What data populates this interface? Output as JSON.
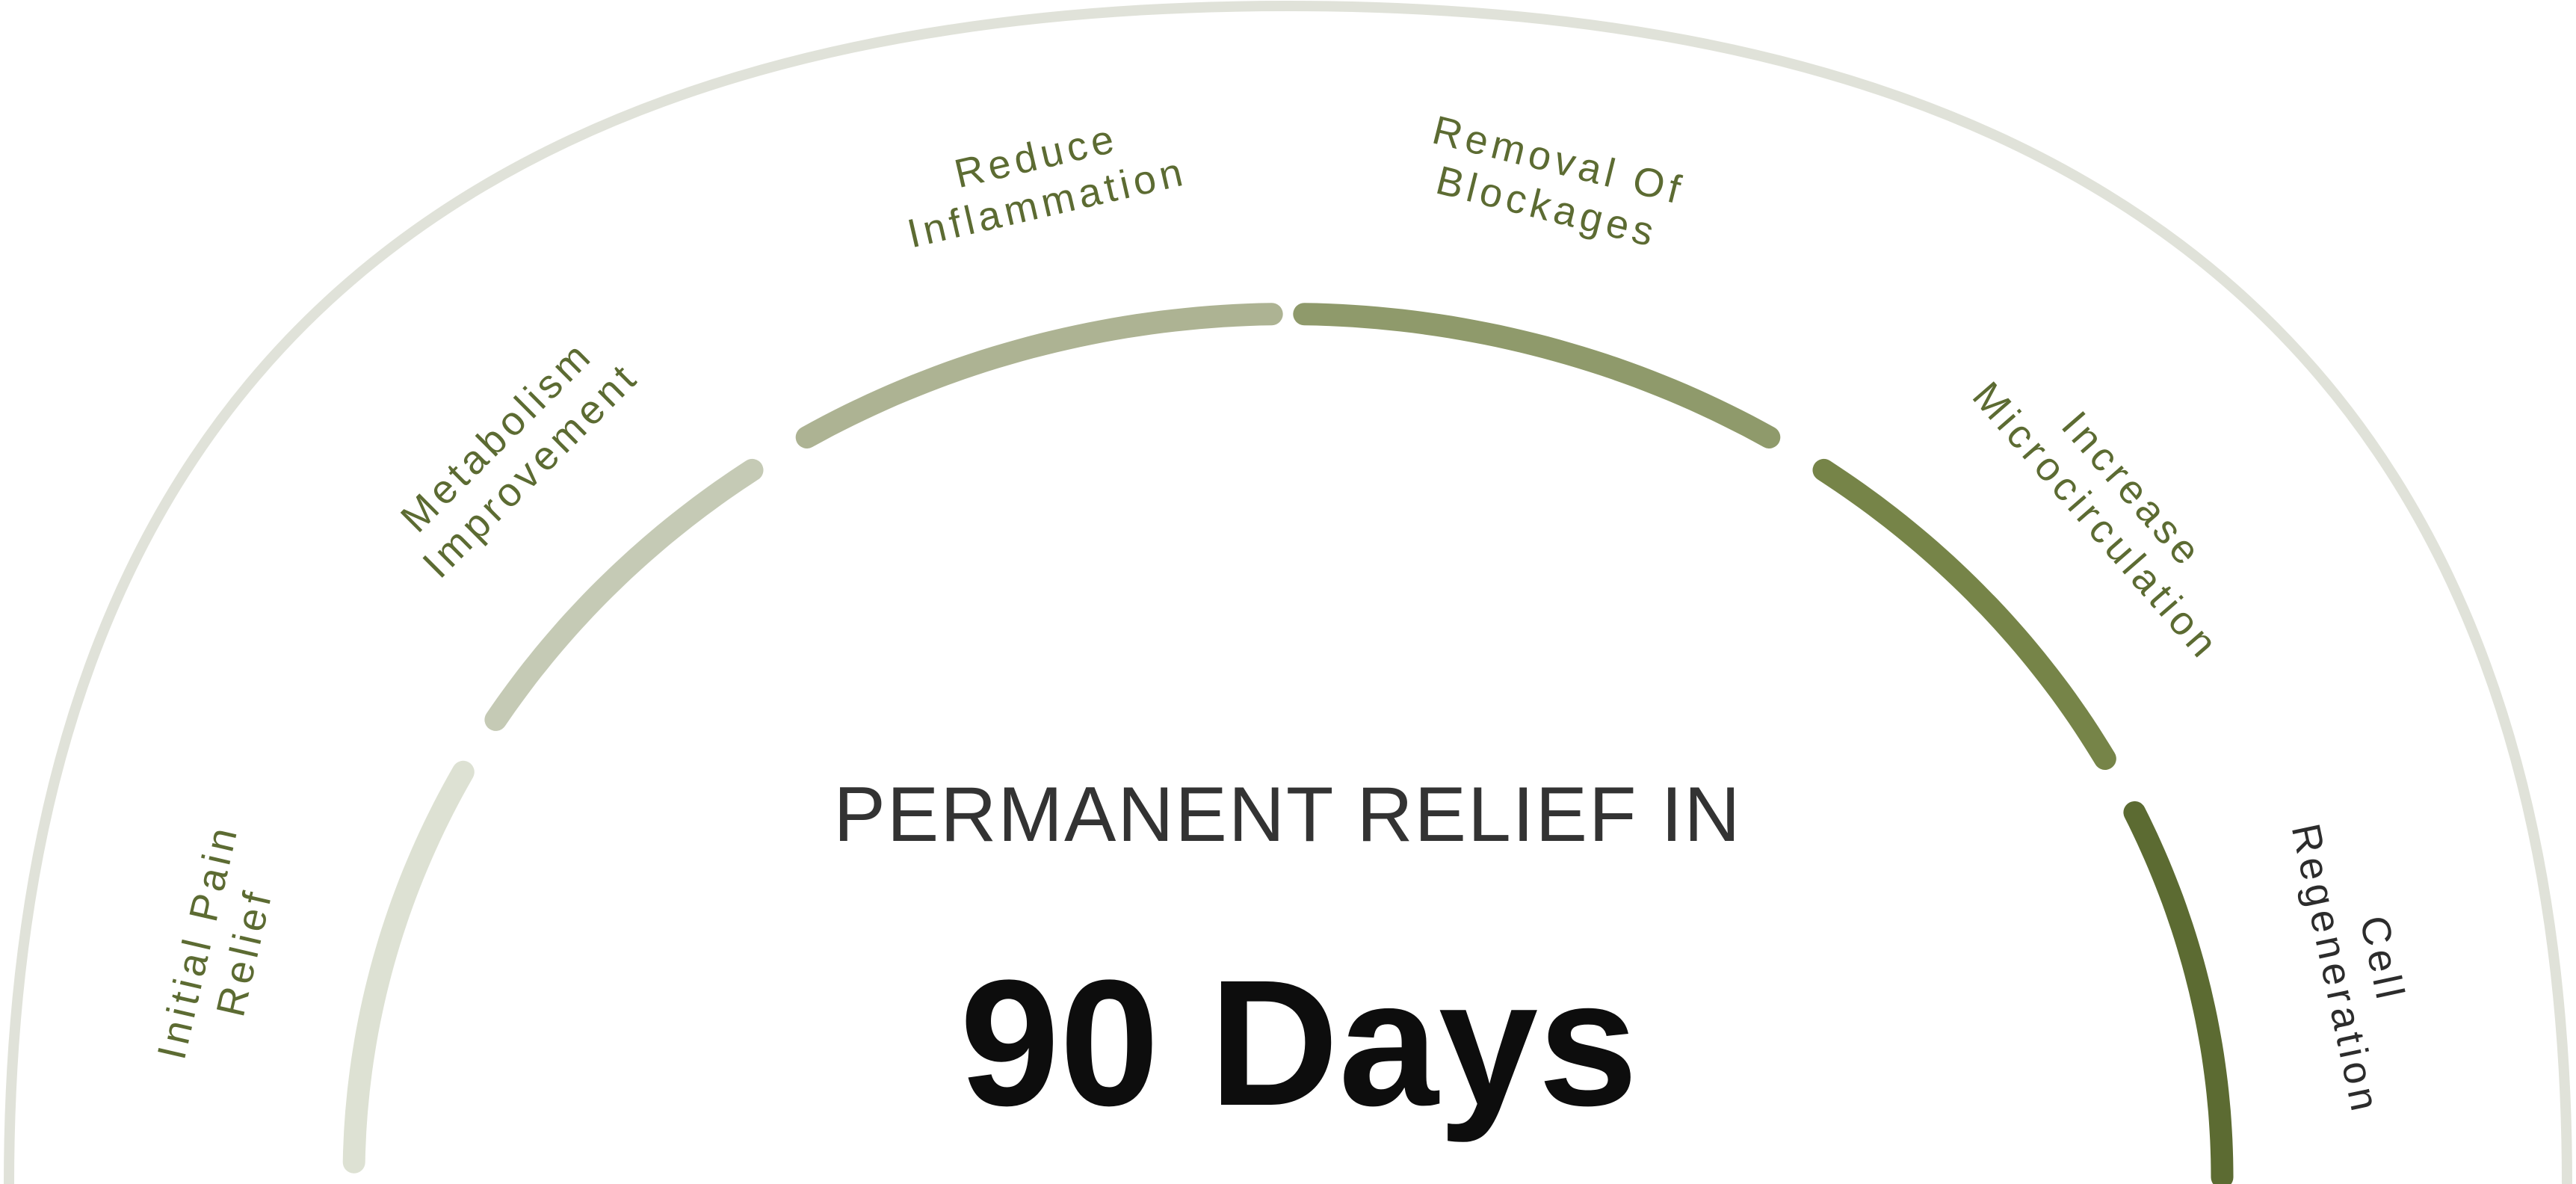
{
  "headline": "PERMANENT RELIEF IN",
  "duration": "90 Days",
  "colors": {
    "outer_arc": "#e0e2d9",
    "headline_text": "#333333",
    "duration_text": "#0d0d0d",
    "label_text": "#5c6b32",
    "label_text_last": "#2c2c2c"
  },
  "stages": [
    {
      "label_lines": [
        "Initial Pain",
        "Relief"
      ],
      "color": "#dde1d3"
    },
    {
      "label_lines": [
        "Metabolism",
        "Improvement"
      ],
      "color": "#c5cab5"
    },
    {
      "label_lines": [
        "Reduce",
        "Inflammation"
      ],
      "color": "#adb393"
    },
    {
      "label_lines": [
        "Removal Of",
        "Blockages"
      ],
      "color": "#8f9a6b"
    },
    {
      "label_lines": [
        "Increase",
        "Microcirculation"
      ],
      "color": "#768448"
    },
    {
      "label_lines": [
        "Cell",
        "Regeneration"
      ],
      "color": "#5c6b32"
    }
  ]
}
